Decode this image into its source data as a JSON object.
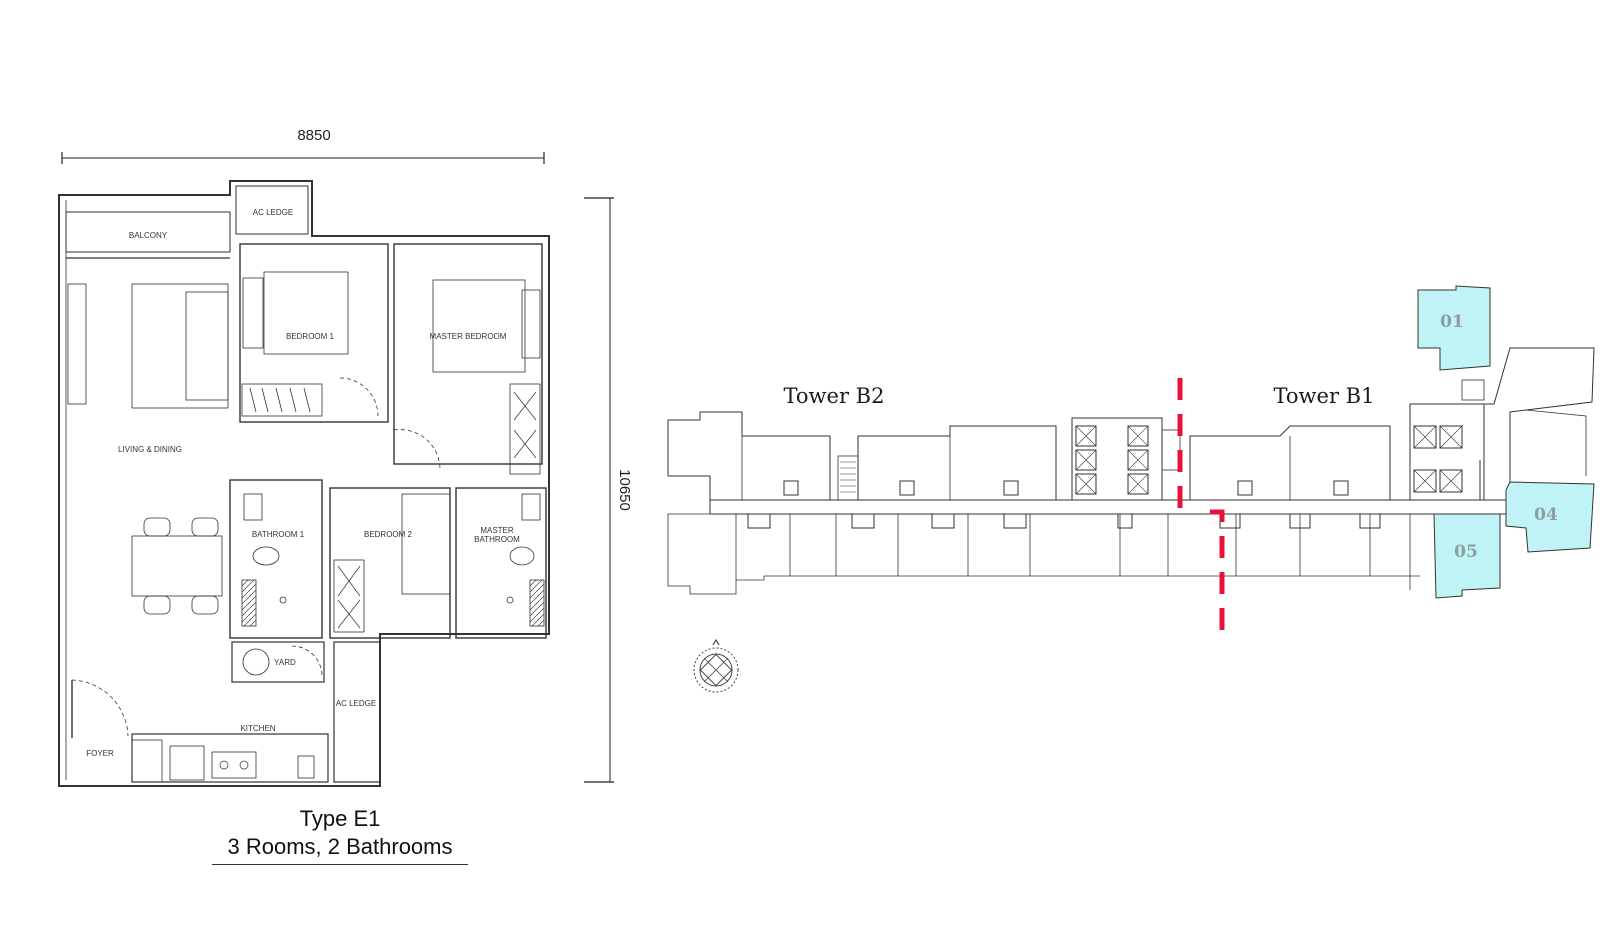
{
  "plan": {
    "width_dim": "8850",
    "height_dim": "10650",
    "rooms": {
      "balcony": "BALCONY",
      "ac_ledge_top": "AC LEDGE",
      "bedroom1": "BEDROOM 1",
      "master_bedroom": "MASTER BEDROOM",
      "living_dining": "LIVING & DINING",
      "bathroom1": "BATHROOM 1",
      "bedroom2": "BEDROOM 2",
      "master_bathroom_line1": "MASTER",
      "master_bathroom_line2": "BATHROOM",
      "yard": "YARD",
      "ac_ledge_side": "AC LEDGE",
      "kitchen": "KITCHEN",
      "foyer": "FOYER"
    }
  },
  "caption": {
    "type": "Type E1",
    "rooms": "3 Rooms, 2 Bathrooms"
  },
  "key_plan": {
    "tower_b2": "Tower B2",
    "tower_b1": "Tower B1",
    "units": [
      "01",
      "04",
      "05"
    ],
    "highlight_color": "#bff3f5",
    "cut_line_color": "#e8113a"
  }
}
